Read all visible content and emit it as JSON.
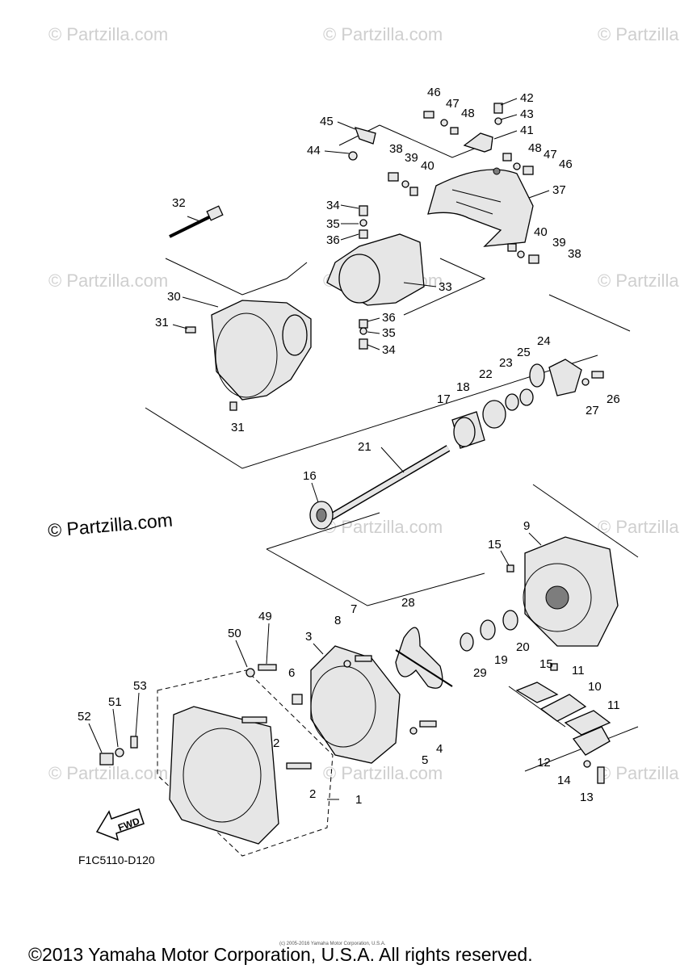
{
  "watermark": "© Partzilla.com",
  "partzilla_label": "© Partzilla.com",
  "diagram_code": "F1C5110-D120",
  "fwd_label": "FWD",
  "copyright_small": "(c) 2005-2016 Yamaha Motor Corporation, U.S.A.",
  "copyright": "©2013 Yamaha Motor Corporation, U.S.A. All rights reserved.",
  "callouts": [
    "1",
    "2",
    "2",
    "3",
    "4",
    "5",
    "6",
    "7",
    "8",
    "9",
    "10",
    "11",
    "11",
    "12",
    "13",
    "14",
    "15",
    "15",
    "16",
    "17",
    "18",
    "19",
    "20",
    "21",
    "22",
    "23",
    "24",
    "25",
    "26",
    "27",
    "28",
    "29",
    "30",
    "31",
    "31",
    "32",
    "33",
    "34",
    "34",
    "35",
    "35",
    "36",
    "36",
    "37",
    "38",
    "38",
    "39",
    "39",
    "40",
    "40",
    "41",
    "42",
    "43",
    "44",
    "45",
    "46",
    "46",
    "47",
    "47",
    "48",
    "48",
    "49",
    "50",
    "51",
    "52",
    "53"
  ]
}
